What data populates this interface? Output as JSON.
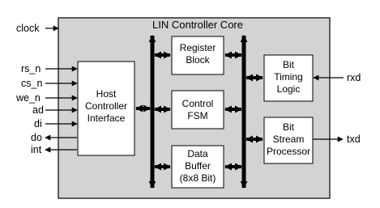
{
  "diagram": {
    "core_title": "LIN Controller Core",
    "blocks": {
      "host": [
        "Host",
        "Controller",
        "Interface"
      ],
      "register": [
        "Register",
        "Block"
      ],
      "fsm": [
        "Control",
        "FSM"
      ],
      "buffer": [
        "Data",
        "Buffer",
        "(8x8 Bit)"
      ],
      "timing": [
        "Bit",
        "Timing",
        "Logic"
      ],
      "stream": [
        "Bit",
        "Stream",
        "Processor"
      ]
    },
    "signals": {
      "clock": "clock",
      "rs_n": "rs_n",
      "cs_n": "cs_n",
      "we_n": "we_n",
      "ad": "ad",
      "di": "di",
      "do": "do",
      "int": "int",
      "rxd": "rxd",
      "txd": "txd"
    },
    "colors": {
      "core_fill": "#d3d3d3",
      "block_fill": "#ffffff",
      "line": "#000000"
    }
  }
}
